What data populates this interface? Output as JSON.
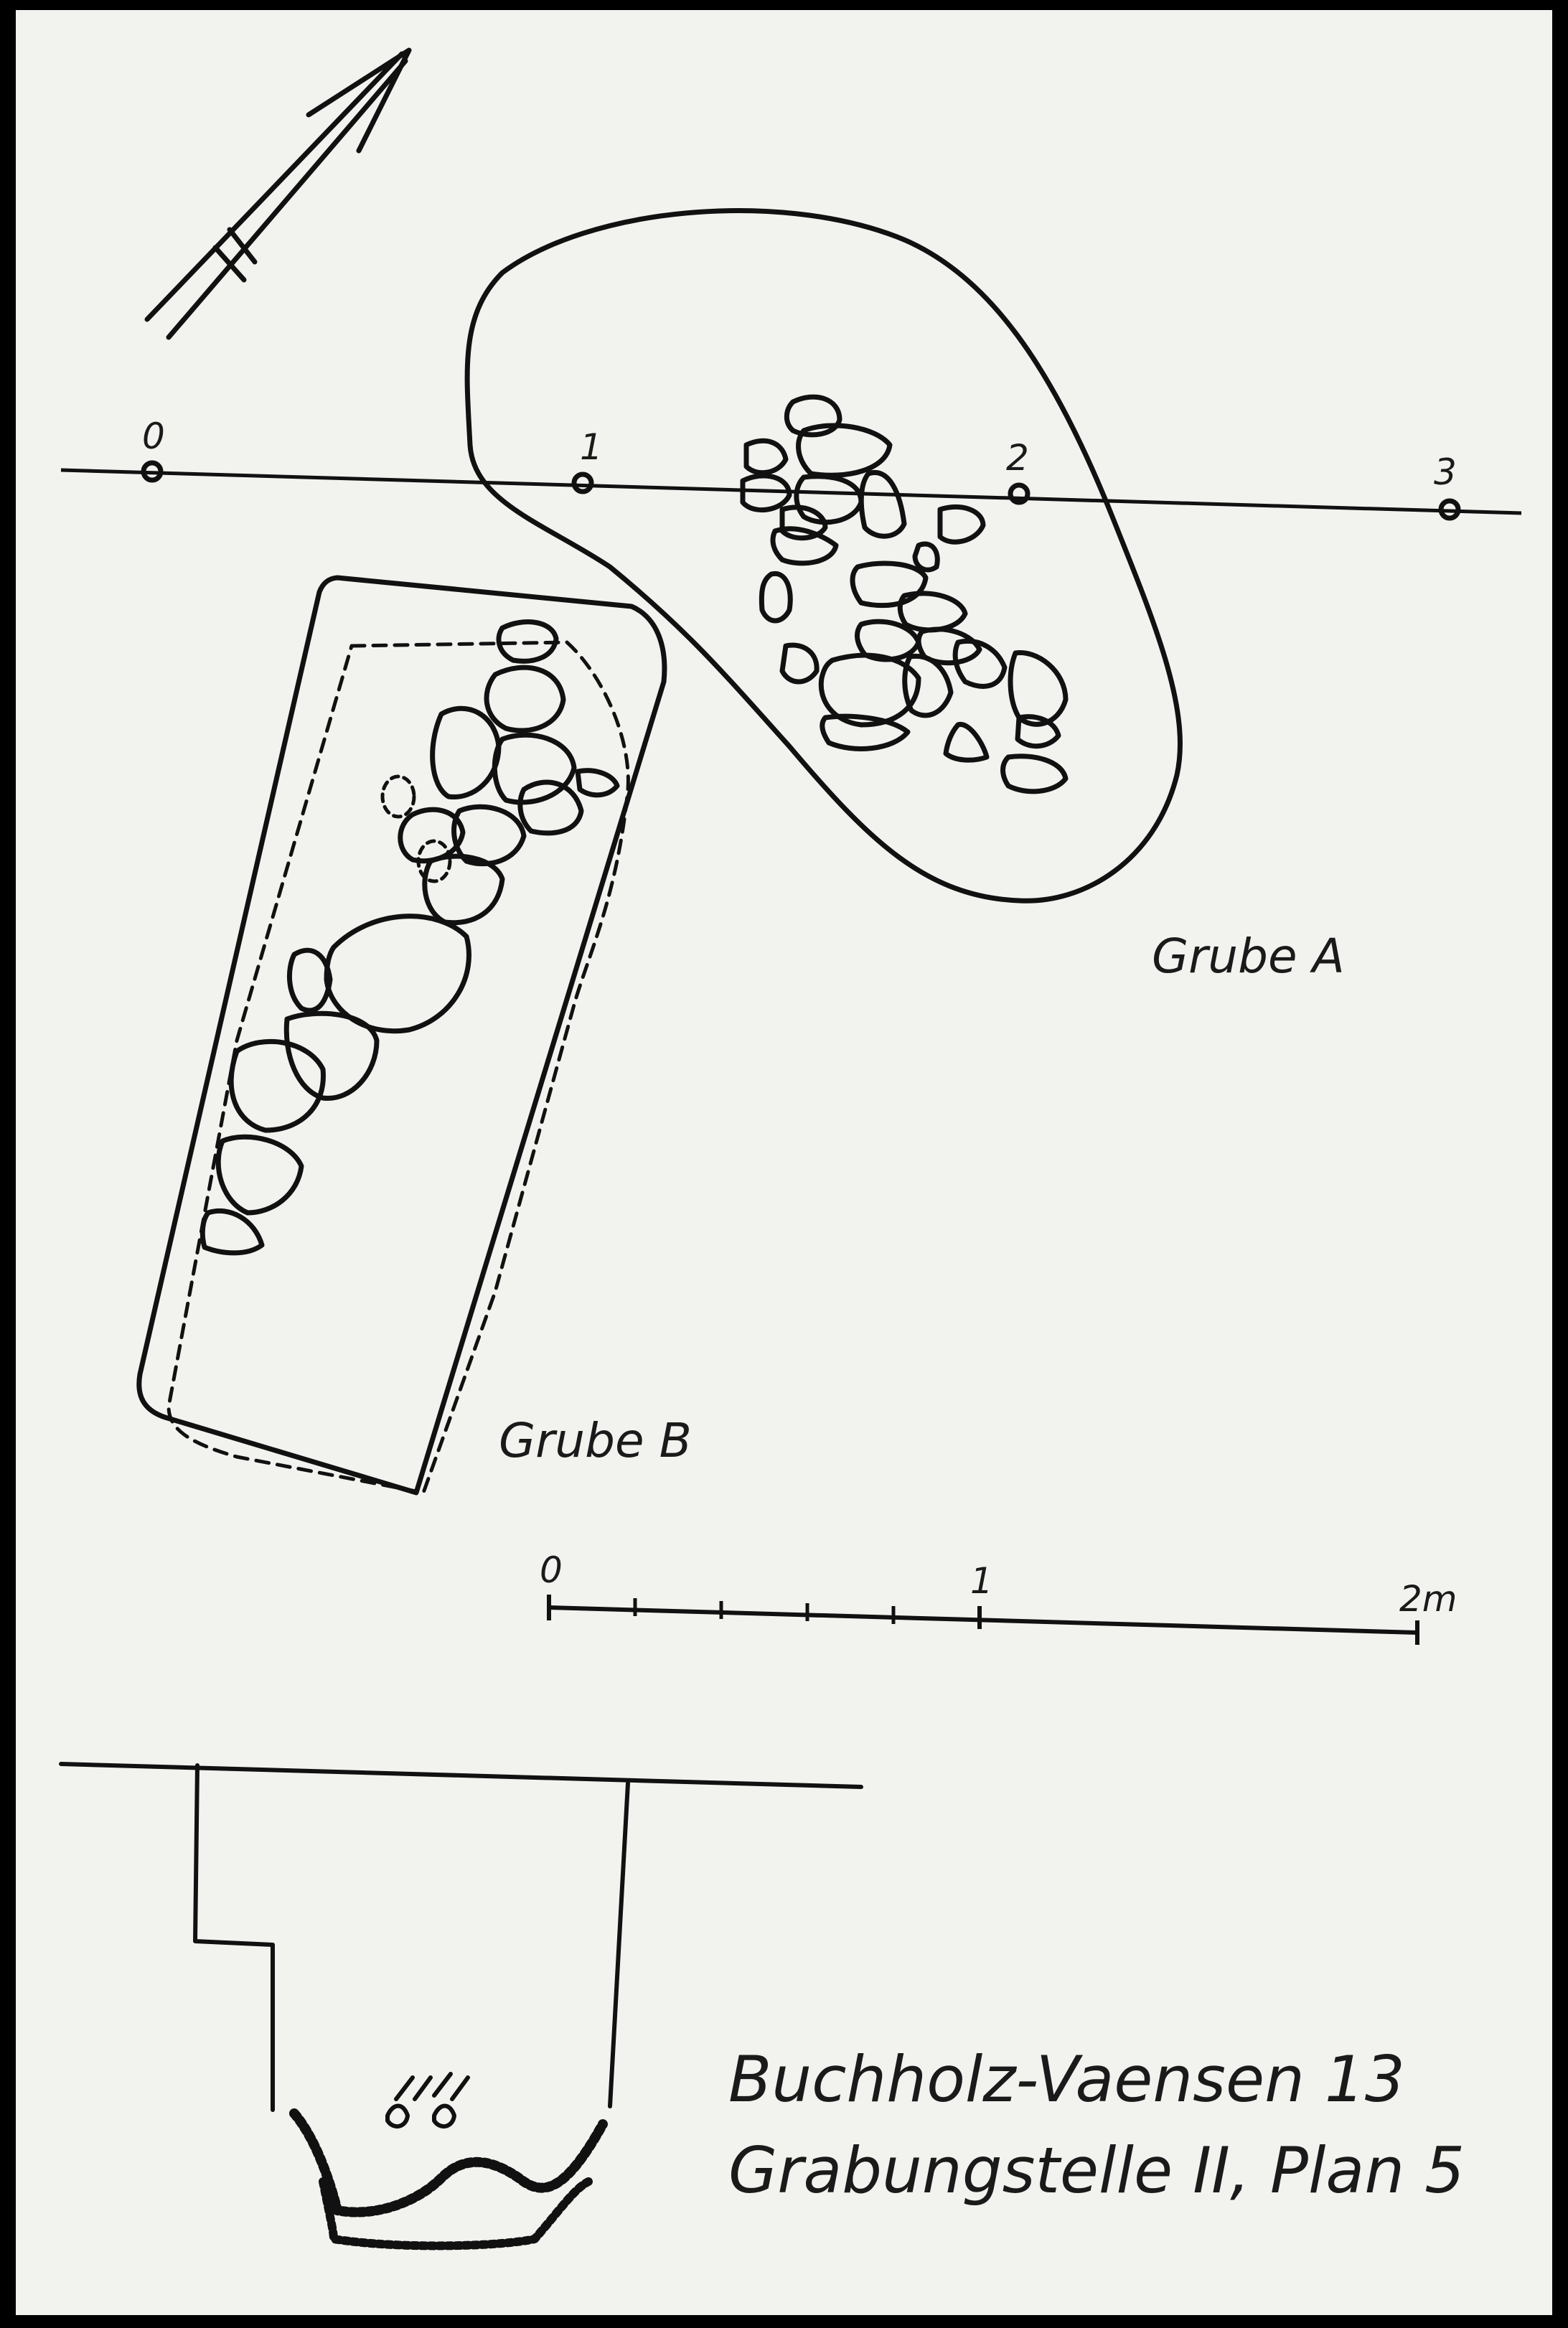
{
  "title": {
    "line1": "Buchholz-Vaensen 13",
    "line2": "Grabungstelle II, Plan 5"
  },
  "pits": {
    "a": "Grube A",
    "b": "Grube B"
  },
  "grid_markers": [
    "0",
    "1",
    "2",
    "3"
  ],
  "scale_bar": {
    "start": "0",
    "middle": "1",
    "end": "2m"
  },
  "colors": {
    "paper": "#f2f2ef",
    "ink": "#111111",
    "frame": "#000000"
  },
  "icons": [
    "north-arrow-icon"
  ]
}
